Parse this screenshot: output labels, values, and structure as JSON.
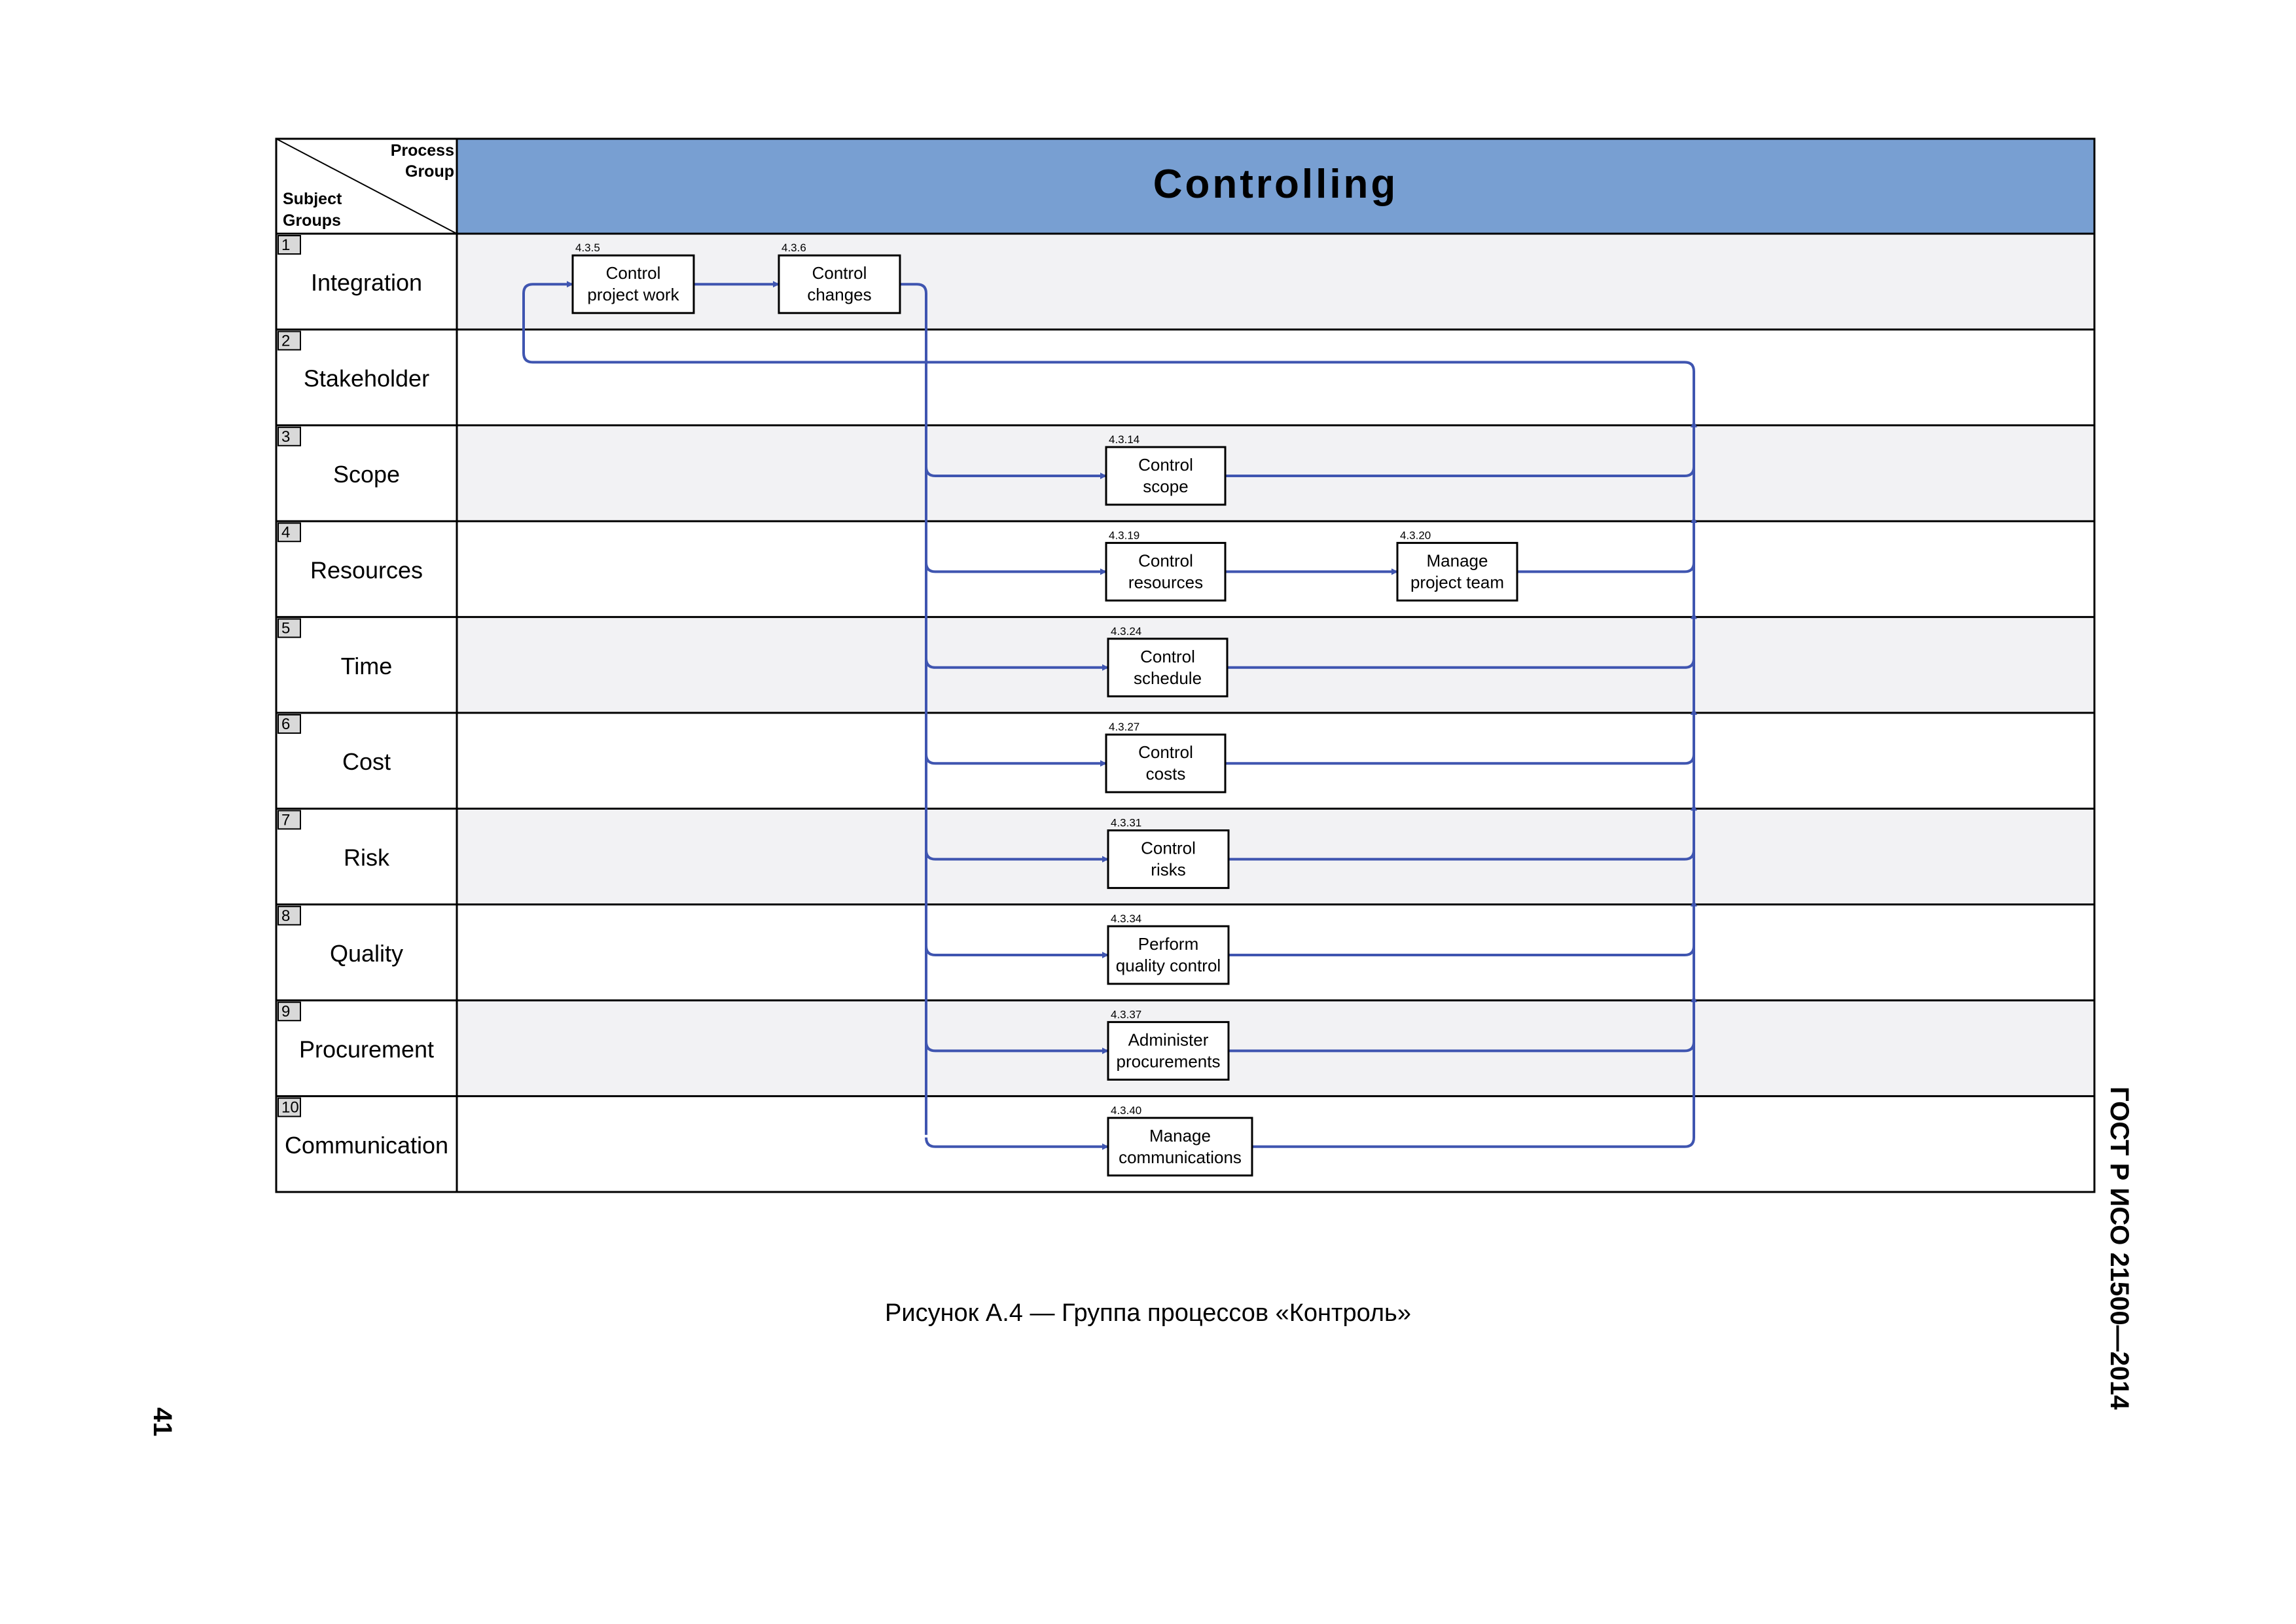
{
  "header": {
    "title": "Controlling",
    "corner_top": [
      "Process",
      "Group"
    ],
    "corner_bottom": [
      "Subject",
      "Groups"
    ]
  },
  "subject_groups": [
    {
      "number": "1",
      "label": "Integration"
    },
    {
      "number": "2",
      "label": "Stakeholder"
    },
    {
      "number": "3",
      "label": "Scope"
    },
    {
      "number": "4",
      "label": "Resources"
    },
    {
      "number": "5",
      "label": "Time"
    },
    {
      "number": "6",
      "label": "Cost"
    },
    {
      "number": "7",
      "label": "Risk"
    },
    {
      "number": "8",
      "label": "Quality"
    },
    {
      "number": "9",
      "label": "Procurement"
    },
    {
      "number": "10",
      "label": "Communication"
    }
  ],
  "processes": [
    {
      "id": "4.3.5",
      "lines": [
        "Control",
        "project work"
      ],
      "row": 0
    },
    {
      "id": "4.3.6",
      "lines": [
        "Control",
        "changes"
      ],
      "row": 0
    },
    {
      "id": "4.3.14",
      "lines": [
        "Control",
        "scope"
      ],
      "row": 2
    },
    {
      "id": "4.3.19",
      "lines": [
        "Control",
        "resources"
      ],
      "row": 3
    },
    {
      "id": "4.3.20",
      "lines": [
        "Manage",
        "project team"
      ],
      "row": 3
    },
    {
      "id": "4.3.24",
      "lines": [
        "Control",
        "schedule"
      ],
      "row": 4
    },
    {
      "id": "4.3.27",
      "lines": [
        "Control",
        "costs"
      ],
      "row": 5
    },
    {
      "id": "4.3.31",
      "lines": [
        "Control",
        "risks"
      ],
      "row": 6
    },
    {
      "id": "4.3.34",
      "lines": [
        "Perform",
        "quality control"
      ],
      "row": 7
    },
    {
      "id": "4.3.37",
      "lines": [
        "Administer",
        "procurements"
      ],
      "row": 8
    },
    {
      "id": "4.3.40",
      "lines": [
        "Manage",
        "communications"
      ],
      "row": 9
    }
  ],
  "caption": "Рисунок А.4 — Группа процессов «Контроль»",
  "page_number": "41",
  "document_code": "ГОСТ Р ИСО 21500—2014",
  "colors": {
    "header_fill": "#789fd2",
    "row_shade": "#f2f2f4",
    "flow_line": "#3f55b0",
    "border": "#000000"
  }
}
